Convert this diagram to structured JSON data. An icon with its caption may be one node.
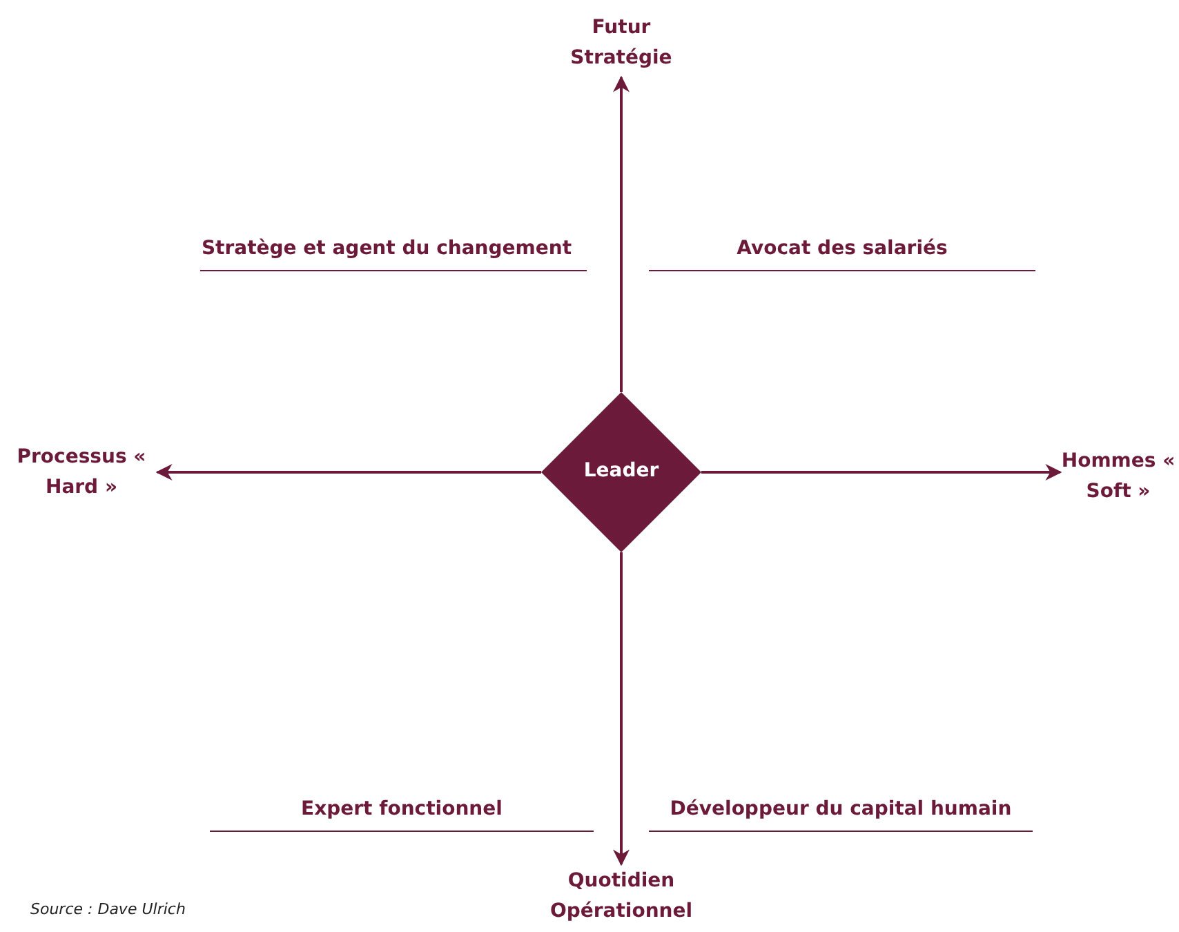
{
  "diagram": {
    "caption": "Source : Dave Ulrich",
    "nodes": [
      {
        "text": [
          "Futur Stratégie"
        ]
      },
      {
        "text": [
          "Processus « Hard »"
        ]
      },
      {
        "text": [
          "Leader"
        ]
      },
      {
        "text": [
          "Hommes « Soft »"
        ]
      },
      {
        "text": [
          "Quotidien Opérationnel"
        ]
      }
    ],
    "edges": [
      {
        "from": 2,
        "to": 0,
        "arrow": "to"
      },
      {
        "from": 2,
        "to": 1,
        "arrow": "to"
      },
      {
        "from": 2,
        "to": 3,
        "arrow": "to"
      },
      {
        "from": 2,
        "to": 4,
        "arrow": "to"
      }
    ],
    "labels": [
      "Stratège et agent du changement",
      "Avocat des salariés",
      "Expert fonctionnel",
      "Développeur du capital humain"
    ]
  }
}
